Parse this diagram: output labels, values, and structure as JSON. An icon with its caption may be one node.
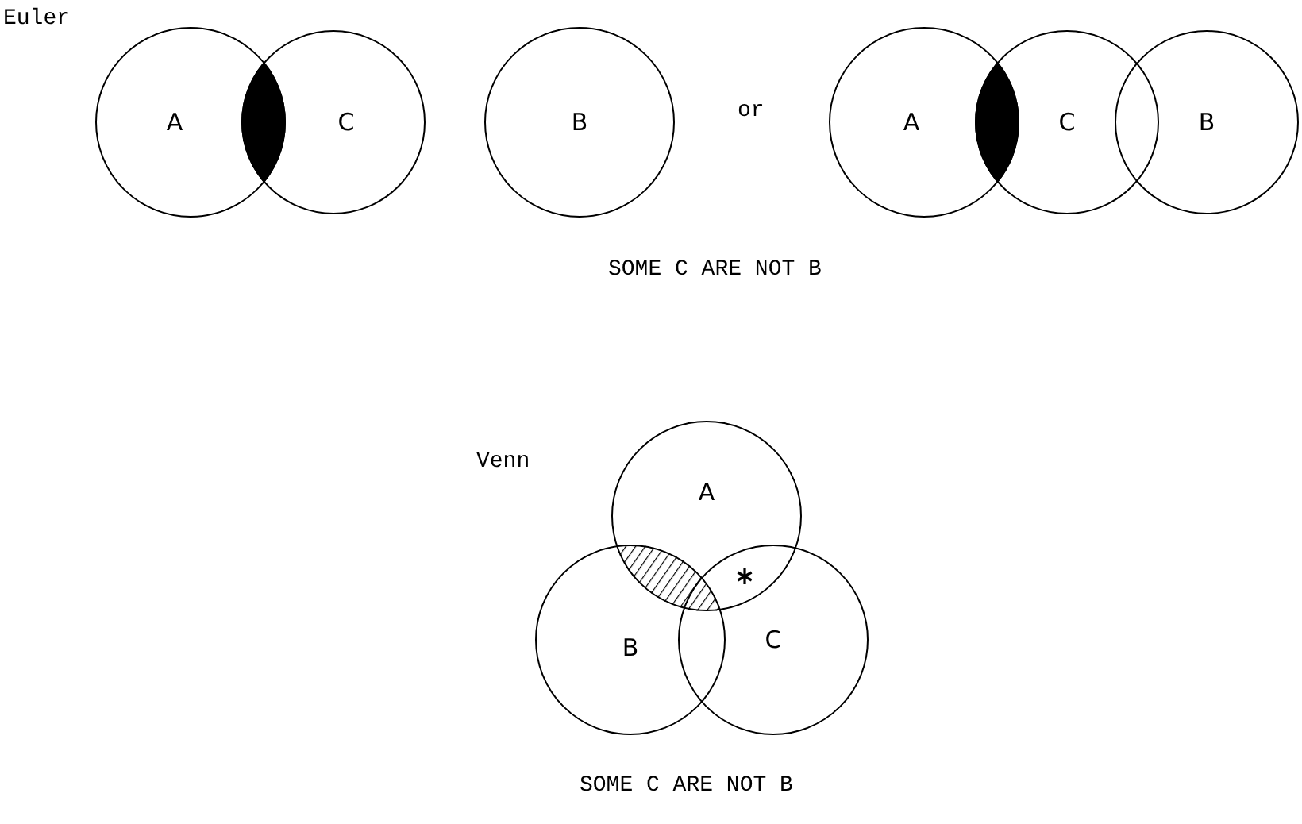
{
  "diagram": {
    "nodes": [
      {
        "text": [
          "A"
        ]
      },
      {
        "text": [
          "C"
        ]
      },
      {
        "text": [
          "B"
        ]
      },
      {
        "text": [
          "A"
        ]
      },
      {
        "text": [
          "C"
        ]
      },
      {
        "text": [
          "B"
        ]
      },
      {
        "text": [
          "A"
        ]
      },
      {
        "text": [
          "B"
        ]
      },
      {
        "text": [
          "C"
        ]
      },
      {
        "text": [],
        "shape": "lens"
      },
      {
        "text": [],
        "shape": "lens"
      },
      {
        "text": [],
        "shape": "lens"
      }
    ],
    "labels": [
      "Euler",
      "or",
      "SOME C ARE NOT B",
      "Venn",
      "SOME C ARE NOT B"
    ]
  }
}
